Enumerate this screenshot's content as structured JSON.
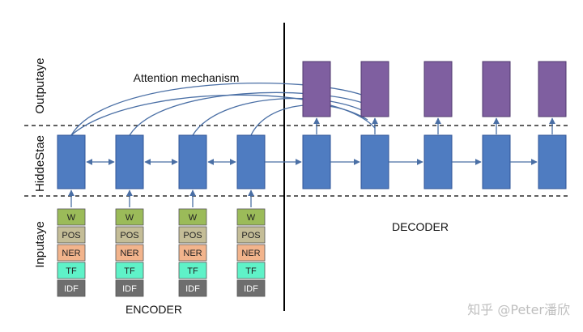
{
  "labels": {
    "output_layer": "Outputaye",
    "hidden_state": "HiddeStae",
    "input_layer": "Inputaye",
    "attention": "Attention mechanism",
    "encoder": "ENCODER",
    "decoder": "DECODER",
    "watermark": "知乎 @Peter潘欣"
  },
  "features": [
    "W",
    "POS",
    "NER",
    "TF",
    "IDF"
  ],
  "colors": {
    "hidden": "#4f7cc1",
    "hidden_stroke": "#2f5597",
    "output": "#7f5fa0",
    "output_stroke": "#4f3a6e",
    "arrow": "#4a6fa5",
    "curve": "#4a6fa5",
    "W": "#9bbb59",
    "POS": "#c4bd97",
    "NER": "#f2b48c",
    "TF": "#5ff2c8",
    "IDF": "#6e6e6e"
  }
}
